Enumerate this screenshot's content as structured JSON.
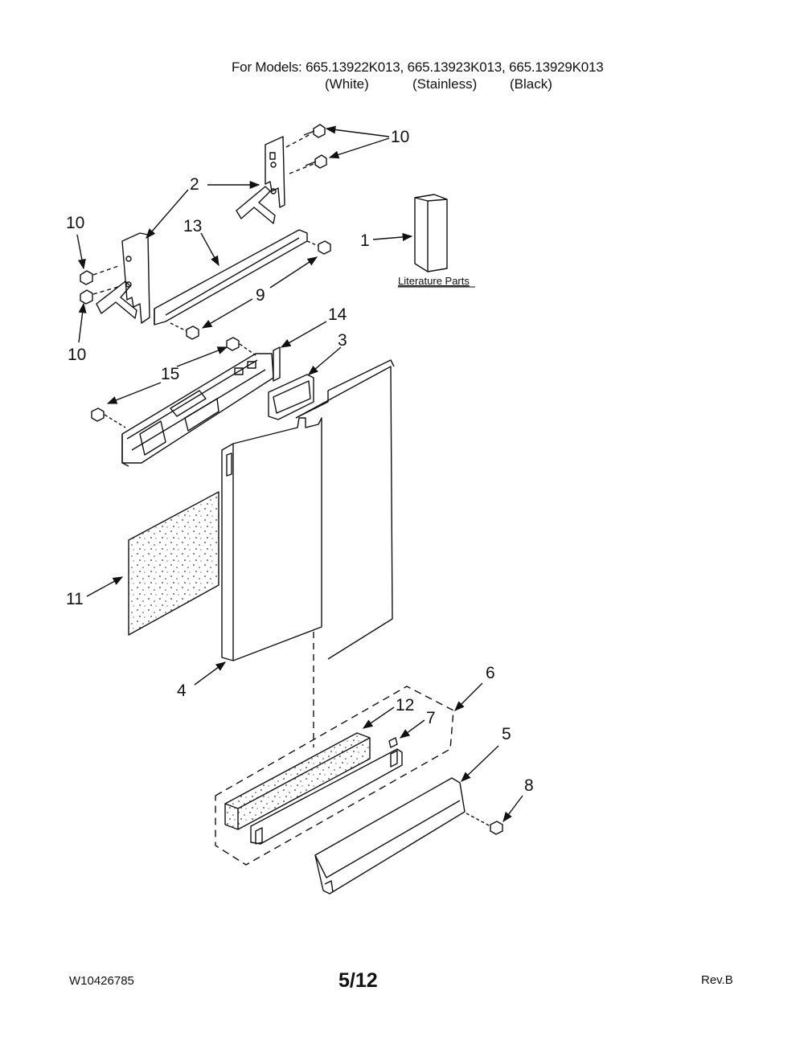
{
  "header": {
    "models_line": "For Models: 665.13922K013, 665.13923K013, 665.13929K013",
    "variants": [
      "(White)",
      "(Stainless)",
      "(Black)"
    ]
  },
  "literature_label": "Literature Parts",
  "callouts": {
    "c1": "1",
    "c2": "2",
    "c3": "3",
    "c4": "4",
    "c5": "5",
    "c6": "6",
    "c7": "7",
    "c8": "8",
    "c9": "9",
    "c10a": "10",
    "c10b": "10",
    "c10c": "10",
    "c11": "11",
    "c12": "12",
    "c13": "13",
    "c14": "14",
    "c15": "15"
  },
  "footer": {
    "doc_number": "W10426785",
    "page": "5/12",
    "revision": "Rev.B"
  }
}
